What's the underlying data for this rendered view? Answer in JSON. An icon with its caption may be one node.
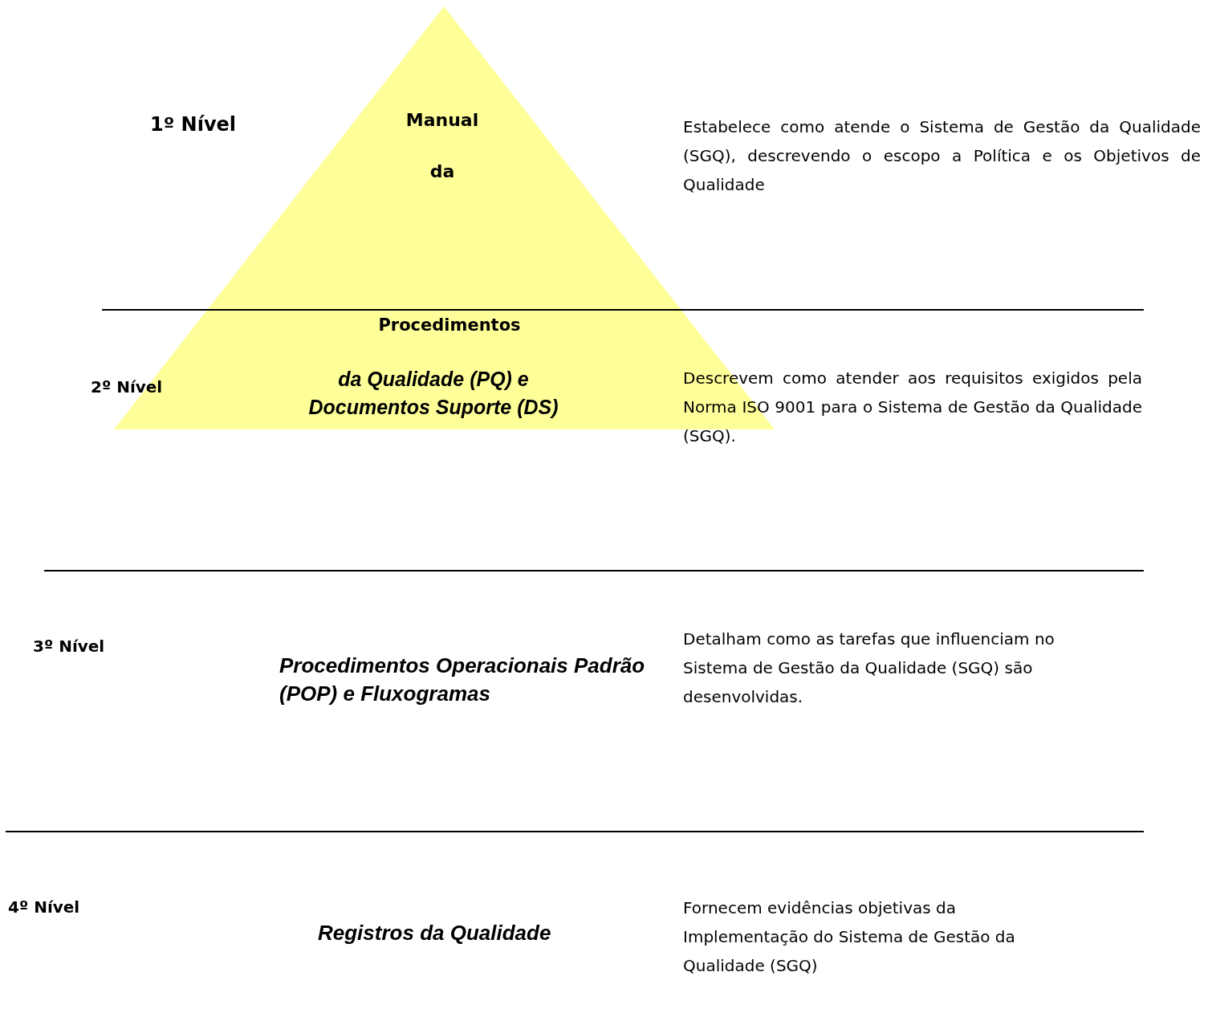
{
  "diagram": {
    "nodes": [
      {
        "text": [
          "Manual da",
          "Procedimentos",
          "da Qualidade (PQ) e Documentos Suporte (DS)"
        ]
      }
    ],
    "labels": [
      "1º Nível",
      "Estabelece como atende o Sistema de Gestão da Qualidade (SGQ), descrevendo o escopo a Política e os Objetivos de Qualidade",
      "2º Nível",
      "Descrevem como atender aos requisitos exigidos pela Norma ISO 9001 para o Sistema de Gestão da Qualidade (SGQ).",
      "3º Nível",
      "Procedimentos Operacionais Padrão (POP) e Fluxogramas",
      "Detalham como as tarefas que influenciam no Sistema de Gestão da Qualidade (SGQ) são desenvolvidas.",
      "4º Nível",
      "Registros da Qualidade",
      "Fornecem evidências objetivas da Implementação do Sistema de Gestão da Qualidade (SGQ)"
    ]
  }
}
